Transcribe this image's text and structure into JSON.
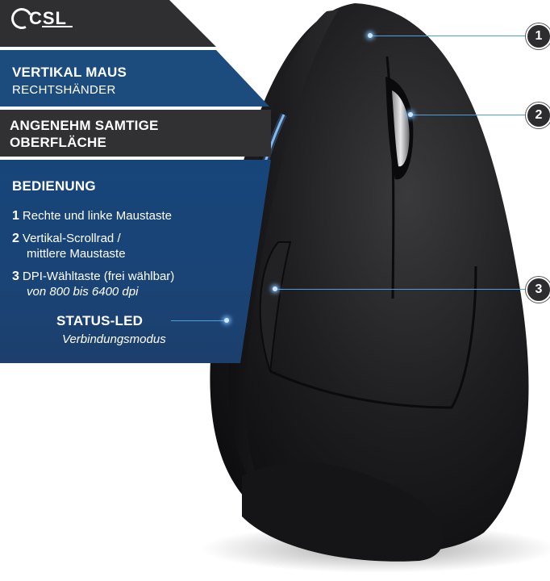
{
  "brand": {
    "logo_text": "CSL"
  },
  "title": {
    "main": "VERTIKAL MAUS",
    "sub": "RECHTSHÄNDER"
  },
  "surface": {
    "line1": "ANGENEHM SAMTIGE",
    "line2": "OBERFLÄCHE"
  },
  "usage": {
    "title": "BEDIENUNG",
    "features": [
      {
        "num": "1",
        "line1": "Rechte und linke Maustaste"
      },
      {
        "num": "2",
        "line1": "Vertikal-Scrollrad /",
        "line2": "mittlere Maustaste"
      },
      {
        "num": "3",
        "line1": "DPI-Wähltaste (frei wählbar)",
        "line2": "von 800 bis 6400 dpi"
      }
    ]
  },
  "status_led": {
    "title": "STATUS-LED",
    "sub": "Verbindungsmodus"
  },
  "callouts": [
    "1",
    "2",
    "3"
  ],
  "colors": {
    "blue_panel": "#1c4b7e",
    "dark_panel": "#2f2f31",
    "accent_line": "#4a9fe0",
    "led_glow": "#7fc0ff"
  }
}
